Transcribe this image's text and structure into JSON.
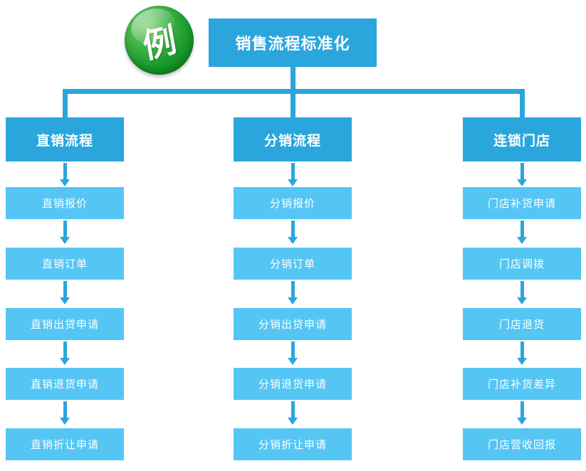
{
  "colors": {
    "primary_blue": "#2ba6dd",
    "light_blue": "#55c6f4",
    "badge_green": "#17982b",
    "text_white": "#ffffff"
  },
  "badge": {
    "label": "例"
  },
  "root": {
    "label": "销售流程标准化"
  },
  "columns": [
    {
      "header": "直销流程",
      "items": [
        "直销报价",
        "直销订单",
        "直销出贷申请",
        "直销退货申请",
        "直销折让申请"
      ]
    },
    {
      "header": "分销流程",
      "items": [
        "分销报价",
        "分销订单",
        "分销出贷申请",
        "分销退货申请",
        "分销折让申请"
      ]
    },
    {
      "header": "连锁门店",
      "items": [
        "门店补货申请",
        "门店调拨",
        "门店退货",
        "门店补货差异",
        "门店营收回报"
      ]
    }
  ]
}
